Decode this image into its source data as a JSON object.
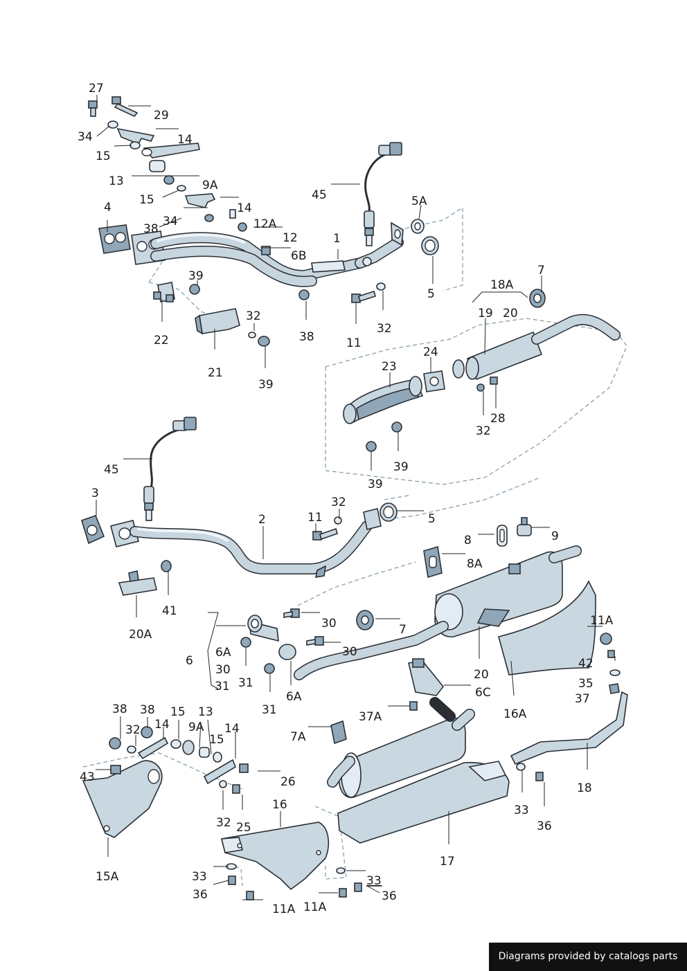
{
  "callouts": {
    "c27": "27",
    "c29": "29",
    "c34a": "34",
    "c14a": "14",
    "c15a": "15",
    "c13a": "13",
    "c9Aa": "9A",
    "c15b": "15",
    "c14b": "14",
    "c4": "4",
    "c38a": "38",
    "c34b": "34",
    "c12A": "12A",
    "c12": "12",
    "c6B": "6B",
    "c1": "1",
    "c45a": "45",
    "c5Aa": "5A",
    "c5a": "5",
    "c39a": "39",
    "c22": "22",
    "c32a": "32",
    "c21": "21",
    "c39b": "39",
    "c38b": "38",
    "c11a": "11",
    "c32b": "32",
    "c7a": "7",
    "c18A": "18A",
    "c20a": "20",
    "c19": "19",
    "c24": "24",
    "c23": "23",
    "c28": "28",
    "c32c": "32",
    "c39c": "39",
    "c39d": "39",
    "c45b": "45",
    "c3": "3",
    "c2": "2",
    "c11b": "11",
    "c32d": "32",
    "c5b": "5",
    "c8": "8",
    "c9": "9",
    "c8A": "8A",
    "c41": "41",
    "c20A": "20A",
    "c30a": "30",
    "c7b": "7",
    "c11Aa": "11A",
    "c6": "6",
    "c6Aa": "6A",
    "c30b": "30",
    "c30c": "30",
    "c31a": "31",
    "c31b": "31",
    "c31c": "31",
    "c6Ab": "6A",
    "c20b": "20",
    "c6C": "6C",
    "c42": "42",
    "c35": "35",
    "c37": "37",
    "c16A": "16A",
    "c37A": "37A",
    "c38c": "38",
    "c38d": "38",
    "c15c": "15",
    "c13b": "13",
    "c32e": "32",
    "c14c": "14",
    "c9Ab": "9A",
    "c14d": "14",
    "c15d": "15",
    "c7A": "7A",
    "c43": "43",
    "c26": "26",
    "c32f": "32",
    "c25": "25",
    "c16": "16",
    "c17": "17",
    "c18": "18",
    "c33a": "33",
    "c36a": "36",
    "c33b": "33",
    "c36b": "36",
    "c11Ab": "11A",
    "c11Ac": "11A",
    "c33c": "33",
    "c36c": "36",
    "c15A": "15A"
  },
  "credit": "Diagrams provided by catalogs parts"
}
